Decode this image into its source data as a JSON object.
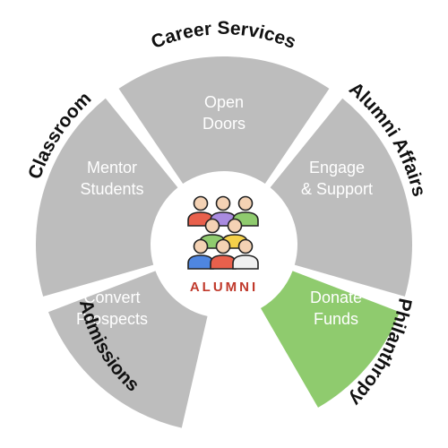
{
  "colors": {
    "segment_default": "#bdbdbd",
    "segment_highlight": "#8fcb6e",
    "segment_text": "#ffffff",
    "ring_text": "#111111",
    "center_text": "#c0392b"
  },
  "center": {
    "icon": "people-group-icon",
    "label": "ALUMNI"
  },
  "segments": [
    {
      "id": "admissions",
      "lines": [
        "Convert",
        "Prospects"
      ],
      "highlight": false
    },
    {
      "id": "classroom",
      "lines": [
        "Mentor",
        "Students"
      ],
      "highlight": false
    },
    {
      "id": "career",
      "lines": [
        "Open",
        "Doors"
      ],
      "highlight": false
    },
    {
      "id": "alumni-affairs",
      "lines": [
        "Engage",
        "& Support"
      ],
      "highlight": false
    },
    {
      "id": "philanthropy",
      "lines": [
        "Donate",
        "Funds"
      ],
      "highlight": true
    }
  ],
  "ring_labels": [
    {
      "id": "admissions",
      "text": "Admissions"
    },
    {
      "id": "classroom",
      "text": "Classroom"
    },
    {
      "id": "career",
      "text": "Career Services"
    },
    {
      "id": "alumni-affairs",
      "text": "Alumni Affairs"
    },
    {
      "id": "philanthropy",
      "text": "Philanthropy"
    }
  ]
}
